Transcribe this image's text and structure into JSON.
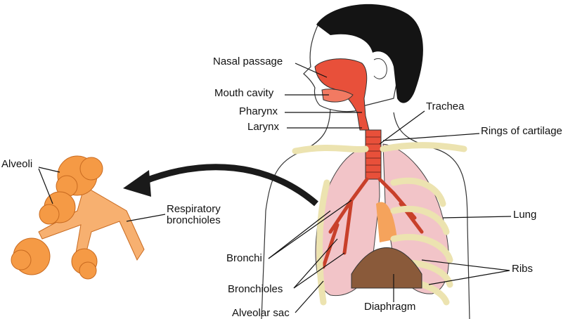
{
  "labels": {
    "nasal_passage": "Nasal passage",
    "mouth_cavity": "Mouth cavity",
    "pharynx": "Pharynx",
    "larynx": "Larynx",
    "trachea": "Trachea",
    "rings_of_cartilage": "Rings of cartilage",
    "alveoli": "Alveoli",
    "respiratory_bronchioles_1": "Respiratory",
    "respiratory_bronchioles_2": "bronchioles",
    "lung": "Lung",
    "bronchi": "Bronchi",
    "ribs": "Ribs",
    "bronchioles": "Bronchioles",
    "diaphragm": "Diaphragm",
    "alveolar_sac": "Alveolar sac"
  },
  "colors": {
    "airway": "#e8503a",
    "lung": "#f2c4c8",
    "ribs": "#ece3b0",
    "alveoli": "#f59a45",
    "diaphragm": "#8a5a3a",
    "hair": "#141414"
  }
}
